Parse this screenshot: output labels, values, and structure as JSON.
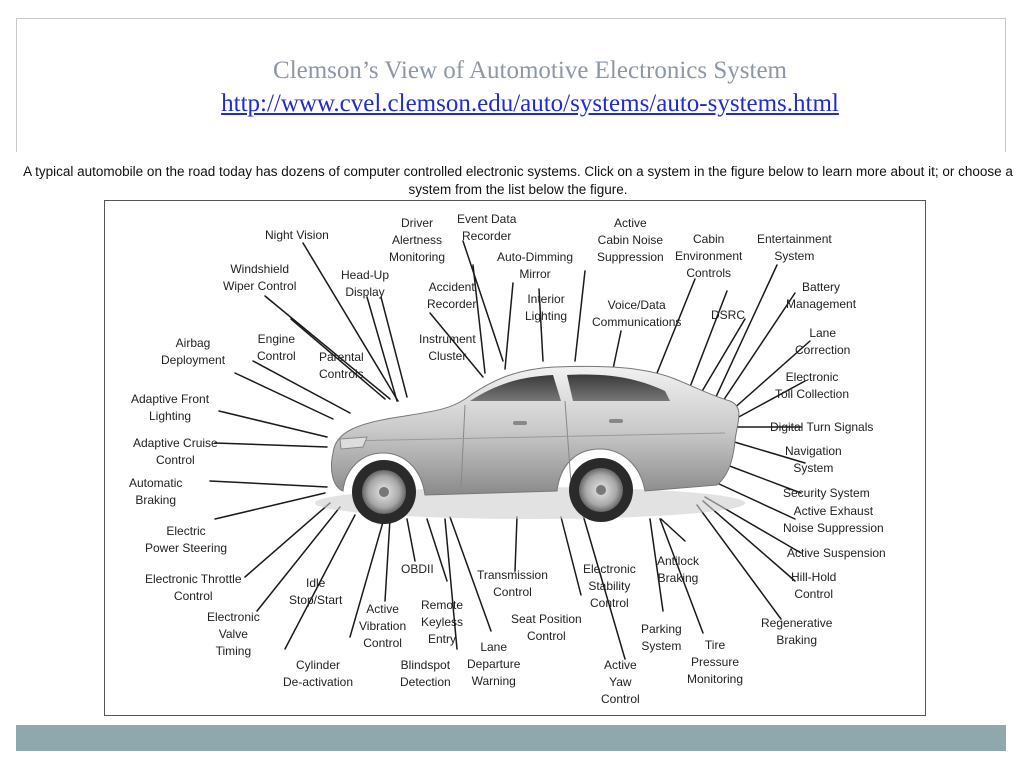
{
  "slide": {
    "title": "Clemson’s View of  Automotive Electronics System",
    "link": "http://www.cvel.clemson.edu/auto/systems/auto-systems.html"
  },
  "intro": "A typical automobile on the road today has dozens of computer controlled electronic systems. Click on a system in the figure below to learn more about it; or choose a system from the list below the figure.",
  "systems": {
    "night_vision": "Night Vision",
    "driver_alertness": "Driver\nAlertness\nMonitoring",
    "event_data": "Event Data\nRecorder",
    "active_cabin_noise": "Active\nCabin Noise\nSuppression",
    "cabin_env": "Cabin\nEnvironment\nControls",
    "entertainment": "Entertainment\nSystem",
    "windshield": "Windshield\nWiper Control",
    "head_up": "Head-Up\nDisplay",
    "auto_dimming": "Auto-Dimming\nMirror",
    "battery": "Battery\nManagement",
    "accident": "Accident\nRecorder",
    "interior_lighting": "Interior\nLighting",
    "voice_data": "Voice/Data\nCommunications",
    "dsrc": "DSRC",
    "airbag": "Airbag\nDeployment",
    "engine": "Engine\nControl",
    "parental": "Parental\nControls",
    "instrument": "Instrument\nCluster",
    "lane_correction": "Lane\nCorrection",
    "toll": "Electronic\nToll Collection",
    "adaptive_front": "Adaptive Front\nLighting",
    "digital_turn": "Digital Turn Signals",
    "adaptive_cruise": "Adaptive Cruise\nControl",
    "navigation": "Navigation\nSystem",
    "auto_braking": "Automatic\nBraking",
    "security": "Security System",
    "active_exhaust": "Active Exhaust\nNoise Suppression",
    "power_steering": "Electric\nPower Steering",
    "active_suspension": "Active Suspension",
    "obdii": "OBDII",
    "transmission": "Transmission\nControl",
    "stability": "Electronic\nStability\nControl",
    "antilock": "Antilock\nBraking",
    "throttle": "Electronic Throttle\nControl",
    "idle_stop": "Idle\nStop/Start",
    "hill_hold": "Hill-Hold\nControl",
    "remote_keyless": "Remote\nKeyless\nEntry",
    "seat_position": "Seat Position\nControl",
    "valve_timing": "Electronic\nValve\nTiming",
    "active_vibration": "Active\nVibration\nControl",
    "parking": "Parking\nSystem",
    "regenerative": "Regenerative\nBraking",
    "tire_pressure": "Tire\nPressure\nMonitoring",
    "lane_departure": "Lane\nDeparture\nWarning",
    "cylinder": "Cylinder\nDe-activation",
    "blindspot": "Blindspot\nDetection",
    "active_yaw": "Active\nYaw\nControl"
  },
  "colors": {
    "title": "#8d97a6",
    "link": "#1f2bd6",
    "bar": "#8fa8ad"
  }
}
